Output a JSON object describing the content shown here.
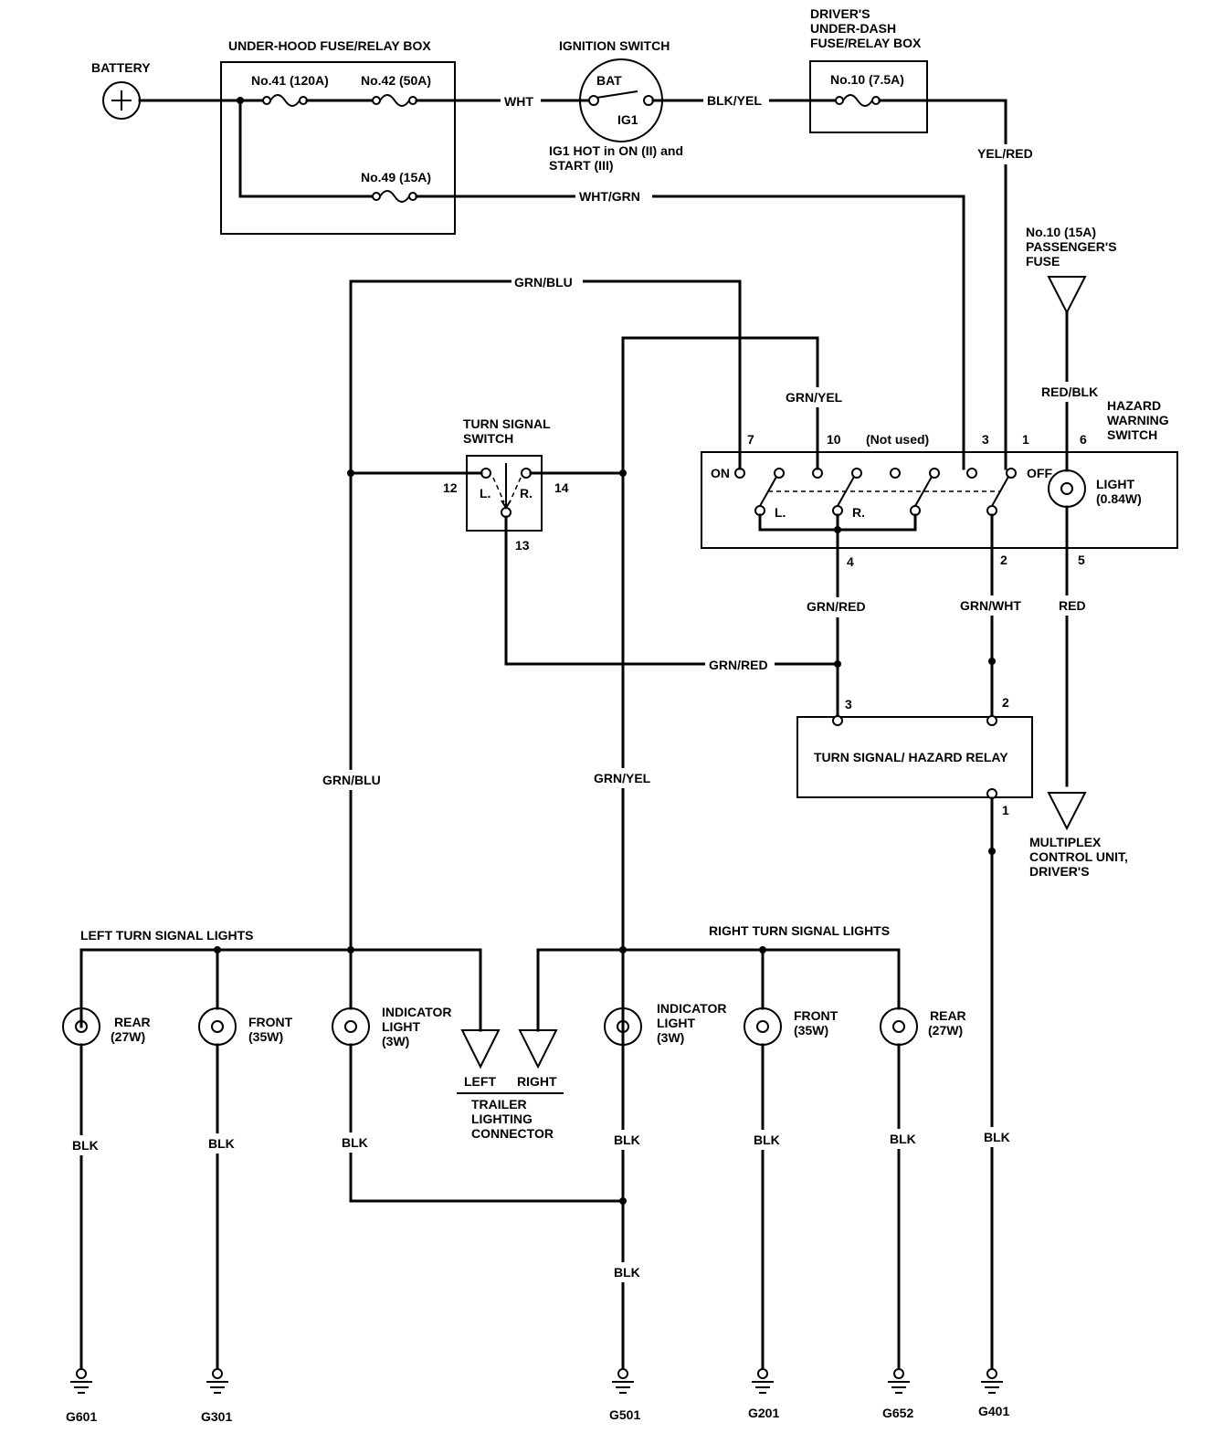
{
  "battery": {
    "label": "BATTERY"
  },
  "underhood_box": {
    "title": "UNDER-HOOD FUSE/RELAY BOX",
    "fuse41": "No.41 (120A)",
    "fuse42": "No.42 (50A)",
    "fuse49": "No.49 (15A)"
  },
  "ignition_switch": {
    "title": "IGNITION SWITCH",
    "bat": "BAT",
    "ig1": "IG1",
    "note_line1": "IG1 HOT in ON (II) and",
    "note_line2": "START (III)"
  },
  "driver_box": {
    "title_line1": "DRIVER'S",
    "title_line2": "UNDER-DASH",
    "title_line3": "FUSE/RELAY BOX",
    "fuse10": "No.10 (7.5A)"
  },
  "passenger_fuse": {
    "line1": "No.10 (15A)",
    "line2": "PASSENGER'S",
    "line3": "FUSE"
  },
  "wires": {
    "wht": "WHT",
    "blk_yel": "BLK/YEL",
    "yel_red": "YEL/RED",
    "wht_grn": "WHT/GRN",
    "grn_blu": "GRN/BLU",
    "grn_yel": "GRN/YEL",
    "red_blk": "RED/BLK",
    "grn_red": "GRN/RED",
    "grn_wht": "GRN/WHT",
    "red": "RED",
    "blk": "BLK"
  },
  "hazard_switch": {
    "title_line1": "HAZARD",
    "title_line2": "WARNING",
    "title_line3": "SWITCH",
    "on": "ON",
    "off": "OFF",
    "l": "L.",
    "r": "R.",
    "not_used": "(Not used)",
    "light_line1": "LIGHT",
    "light_line2": "(0.84W)",
    "pins": {
      "p7": "7",
      "p10": "10",
      "p3": "3",
      "p1": "1",
      "p6": "6",
      "p4": "4",
      "p2": "2",
      "p5": "5"
    }
  },
  "turn_switch": {
    "title_line1": "TURN SIGNAL",
    "title_line2": "SWITCH",
    "l": "L.",
    "r": "R.",
    "pin12": "12",
    "pin14": "14",
    "pin13": "13"
  },
  "relay": {
    "title": "TURN SIGNAL/ HAZARD RELAY",
    "pin3": "3",
    "pin2": "2",
    "pin1": "1"
  },
  "multiplex": {
    "line1": "MULTIPLEX",
    "line2": "CONTROL UNIT,",
    "line3": "DRIVER'S"
  },
  "left_lights": {
    "title": "LEFT TURN SIGNAL LIGHTS",
    "rear_line1": "REAR",
    "rear_line2": "(27W)",
    "front_line1": "FRONT",
    "front_line2": "(35W)",
    "ind_line1": "INDICATOR",
    "ind_line2": "LIGHT",
    "ind_line3": "(3W)"
  },
  "right_lights": {
    "title": "RIGHT TURN SIGNAL LIGHTS",
    "ind_line1": "INDICATOR",
    "ind_line2": "LIGHT",
    "ind_line3": "(3W)",
    "front_line1": "FRONT",
    "front_line2": "(35W)",
    "rear_line1": "REAR",
    "rear_line2": "(27W)"
  },
  "trailer": {
    "left": "LEFT",
    "right": "RIGHT",
    "line1": "TRAILER",
    "line2": "LIGHTING",
    "line3": "CONNECTOR"
  },
  "grounds": {
    "g601": "G601",
    "g301": "G301",
    "g501": "G501",
    "g201": "G201",
    "g652": "G652",
    "g401": "G401"
  }
}
